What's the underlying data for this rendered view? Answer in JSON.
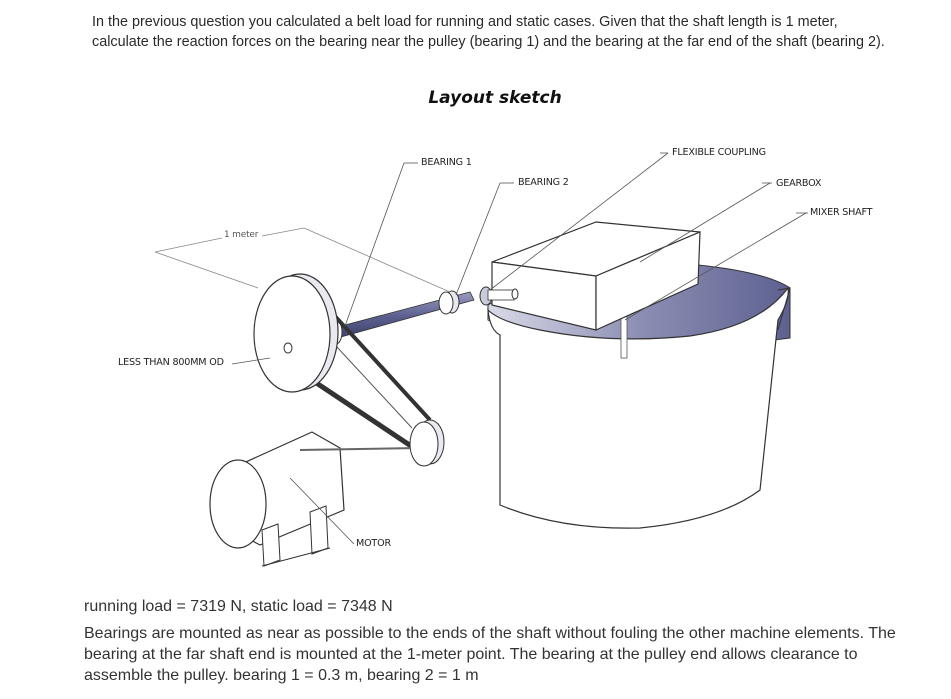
{
  "question": {
    "line1": "In the previous question you calculated a belt load for running and static cases. Given that the shaft length is 1 meter,",
    "line2": "calculate the reaction forces on the bearing near the pulley (bearing 1) and the bearing at the far end of the shaft (bearing 2)."
  },
  "sketch": {
    "title": "Layout sketch",
    "labels": {
      "bearing1": "BEARING 1",
      "bearing2": "BEARING 2",
      "flexible_coupling": "FLEXIBLE COUPLING",
      "gearbox": "GEARBOX",
      "mixer_shaft": "MIXER SHAFT",
      "one_meter": "1 meter",
      "pulley_od": "LESS THAN 800MM OD",
      "motor": "MOTOR"
    },
    "colors": {
      "shaft": "#6c6f9a",
      "belt": "#3a3a3a",
      "tank_interior": "#8c8fb4",
      "outline": "#3a3a3a"
    }
  },
  "given": {
    "loads": "running load = 7319 N, static load = 7348 N",
    "description": "Bearings are mounted as near as possible to the ends of the shaft without fouling the other machine elements. The bearing at the far shaft end is mounted at the 1-meter point. The bearing at the pulley end allows clearance to assemble the pulley. bearing 1 = 0.3 m, bearing 2 = 1 m"
  }
}
